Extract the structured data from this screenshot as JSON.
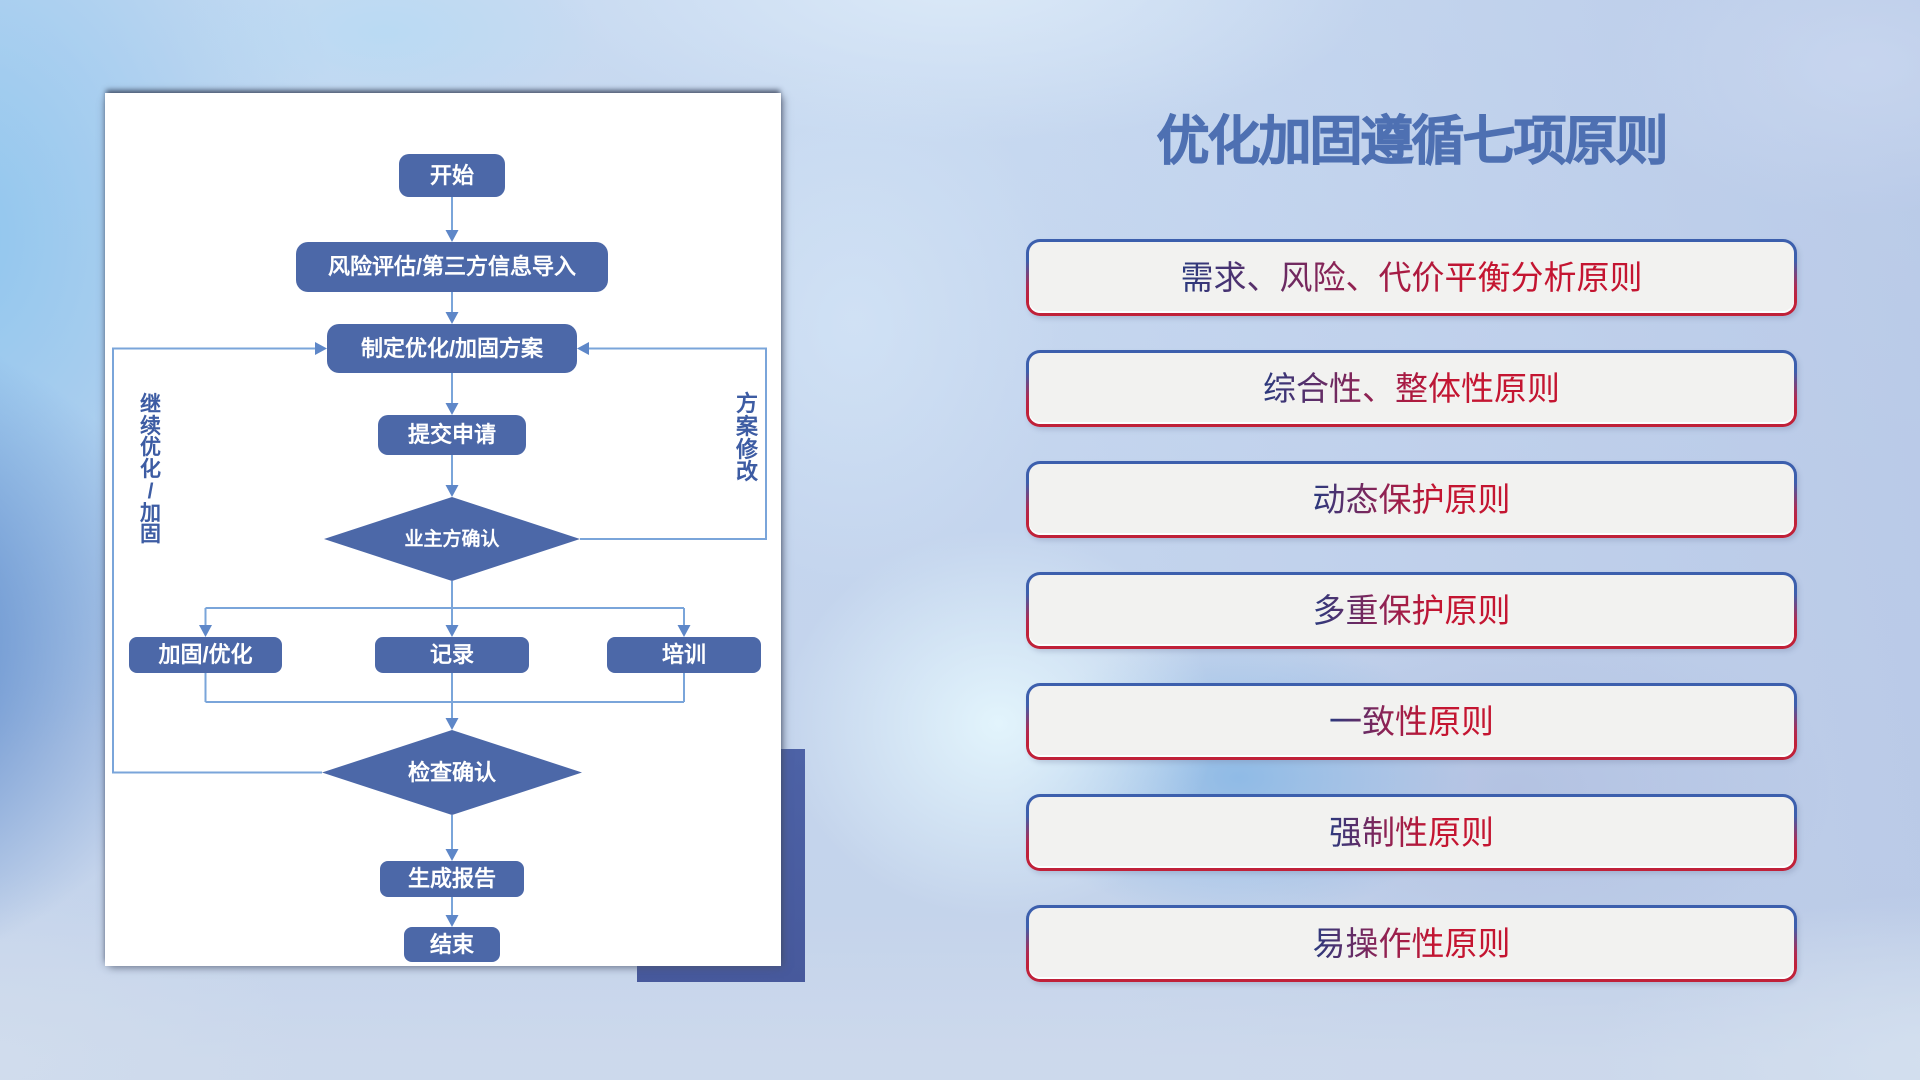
{
  "title": "优化加固遵循七项原则",
  "flowchart": {
    "nodes": {
      "start": "开始",
      "risk_import": "风险评估/第三方信息导入",
      "make_plan": "制定优化/加固方案",
      "submit": "提交申请",
      "owner_confirm": "业主方确认",
      "reinforce": "加固/优化",
      "record": "记录",
      "training": "培训",
      "check_confirm": "检查确认",
      "report": "生成报告",
      "end": "结束"
    },
    "labels": {
      "continue_loop": "继续优化/加固",
      "revise_loop": "方案修改"
    }
  },
  "principles": {
    "items": [
      "需求、风险、代价平衡分析原则",
      "综合性、整体性原则",
      "动态保护原则",
      "多重保护原则",
      "一致性原则",
      "强制性原则",
      "易操作性原则"
    ]
  },
  "colors": {
    "node_fill": "#4c68a8",
    "connector_line": "#7aa5da",
    "arrowhead": "#5e87c8",
    "title_text": "#4e70b2",
    "principle_text_start": "#283a7a",
    "principle_text_end": "#c41531",
    "principle_border_top": "#3c5fad",
    "principle_border_bottom": "#c02139",
    "principle_fill": "#f2f2f0",
    "accent_square": "#4b5ea2",
    "card_background": "#ffffff"
  }
}
